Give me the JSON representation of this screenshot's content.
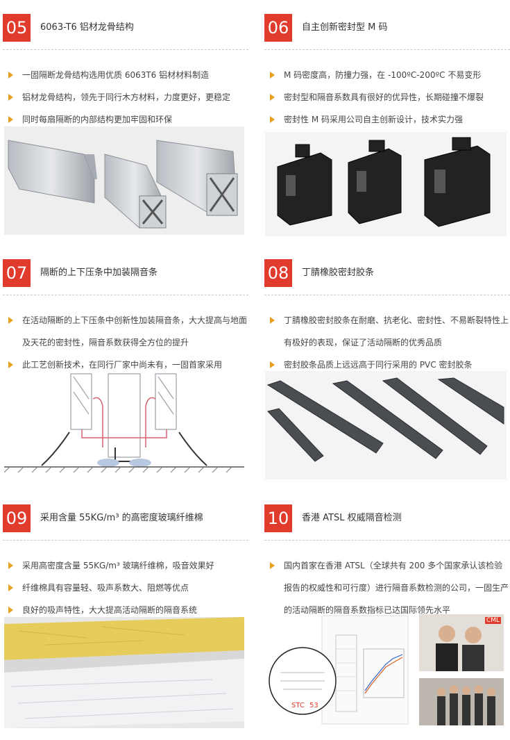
{
  "sections": [
    {
      "num": "05",
      "title": "6063-T6 铝材龙骨结构",
      "bullets": [
        "一固隔断龙骨结构选用优质 6063T6 铝材材料制造",
        "铝材龙骨结构，领先于同行木方材料，力度更好，更稳定",
        "同时每扇隔断的内部结构更加牢固和环保"
      ]
    },
    {
      "num": "06",
      "title": "自主创新密封型 M 码",
      "bullets": [
        "M 码密度高，防撞力强，在 -100ºC-200ºC 不易变形",
        "密封型和隔音系数具有很好的优异性，长期碰撞不爆裂",
        "密封性 M 码采用公司自主创新设计，技术实力强"
      ]
    },
    {
      "num": "07",
      "title": "隔断的上下压条中加装隔音条",
      "bullets": [
        "在活动隔断的上下压条中创新性加装隔音条，大大提高与地面及天花的密封性，隔音系数获得全方位的提升",
        "此工艺创新技术，在同行厂家中尚未有，一固首家采用"
      ]
    },
    {
      "num": "08",
      "title": "丁腈橡胶密封胶条",
      "bullets": [
        "丁腈橡胶密封胶条在耐磨、抗老化、密封性、不易断裂特性上有极好的表现，保证了活动隔断的优秀品质",
        "密封胶条品质上远远高于同行采用的 PVC 密封胶条"
      ]
    },
    {
      "num": "09",
      "title": "采用含量 55KG/m³ 的高密度玻璃纤维棉",
      "bullets": [
        "采用高密度含量 55KG/m³ 玻璃纤维棉，吸音效果好",
        "纤维棉具有容量轻、吸声系数大、阻燃等优点",
        "良好的吸声特性，大大提高活动隔断的隔音系统"
      ]
    },
    {
      "num": "10",
      "title": "香港 ATSL 权威隔音检测",
      "bullets": [
        "国内首家在香港 ATSL（全球共有 200 多个国家承认该检验报告的权威性和可行度）进行隔音系数检测的公司，一固生产的活动隔断的隔音系数指标已达国际领先水平"
      ]
    }
  ],
  "report": {
    "stc_label": "STC",
    "stc_value": "53",
    "logo": "CML"
  },
  "colors": {
    "accent": "#e03b2c",
    "bullet": "#e8a020"
  }
}
